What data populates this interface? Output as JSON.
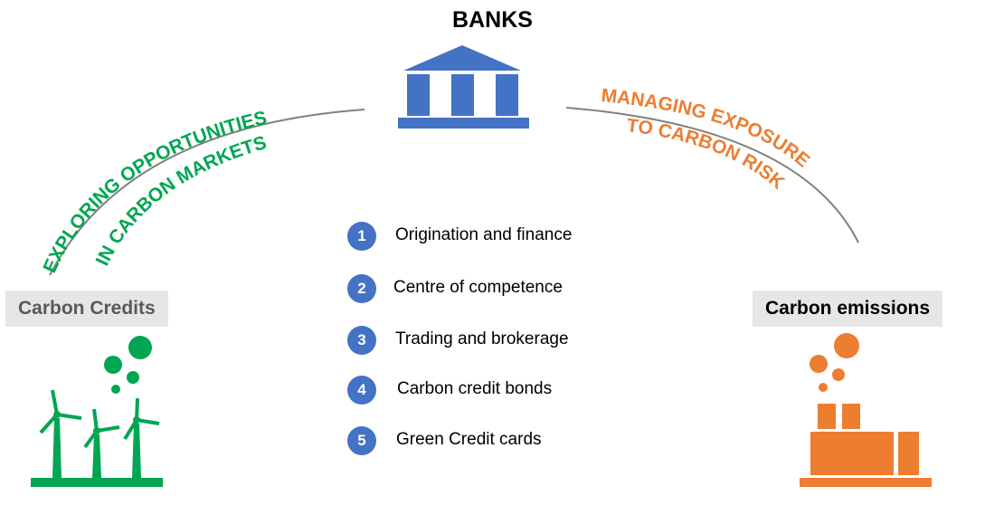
{
  "banks": {
    "title": "BANKS",
    "icon": "bank-icon",
    "color": "#4472c4"
  },
  "left_arc": {
    "line1": "EXPLORING OPPORTUNITIES",
    "line2": "IN CARBON MARKETS",
    "color": "#00a651"
  },
  "right_arc": {
    "line1": "MANAGING EXPOSURE",
    "line2": "TO CARBON RISK",
    "color": "#ed7d31"
  },
  "carbon_credits": {
    "label": "Carbon Credits",
    "icon": "wind-turbines-icon"
  },
  "carbon_emissions": {
    "label": "Carbon emissions",
    "icon": "factory-smoke-icon"
  },
  "items": [
    {
      "number": "1",
      "label": "Origination and finance"
    },
    {
      "number": "2",
      "label": "Centre of competence"
    },
    {
      "number": "3",
      "label": "Trading and brokerage"
    },
    {
      "number": "4",
      "label": "Carbon credit bonds"
    },
    {
      "number": "5",
      "label": "Green Credit cards"
    }
  ]
}
